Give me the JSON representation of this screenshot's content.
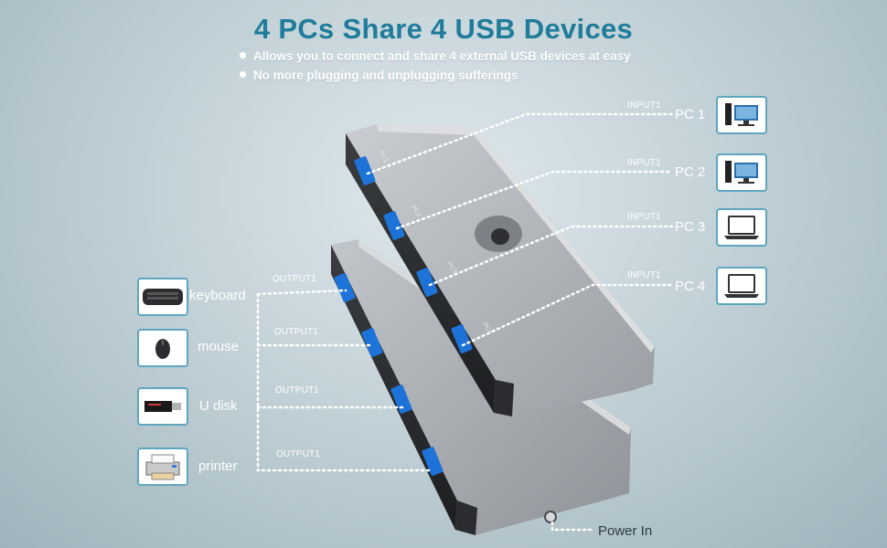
{
  "title": "4 PCs Share 4 USB Devices",
  "bullets": [
    "Allows you to connect and share 4 external USB devices at easy",
    "No more plugging and unplugging sufferings"
  ],
  "inputs": [
    {
      "small": "INPUT1",
      "label": "PC 1",
      "icon": "desktop-icon"
    },
    {
      "small": "INPUT1",
      "label": "PC 2",
      "icon": "desktop-icon"
    },
    {
      "small": "INPUT1",
      "label": "PC 3",
      "icon": "laptop-icon"
    },
    {
      "small": "INPUT1",
      "label": "PC 4",
      "icon": "laptop-icon"
    }
  ],
  "outputs": [
    {
      "small": "OUTPUT1",
      "label": "keyboard",
      "icon": "keyboard-icon"
    },
    {
      "small": "OUTPUT1",
      "label": "mouse",
      "icon": "mouse-icon"
    },
    {
      "small": "OUTPUT1",
      "label": "U disk",
      "icon": "usb-drive-icon"
    },
    {
      "small": "OUTPUT1",
      "label": "printer",
      "icon": "printer-icon"
    }
  ],
  "power_label": "Power In",
  "port_labels": [
    "PC1",
    "PC2",
    "PC3",
    "PC4"
  ],
  "colors": {
    "title": "#1f7c9a",
    "usb_blue": "#1e73d8",
    "icon_border": "#5ea6bf"
  }
}
